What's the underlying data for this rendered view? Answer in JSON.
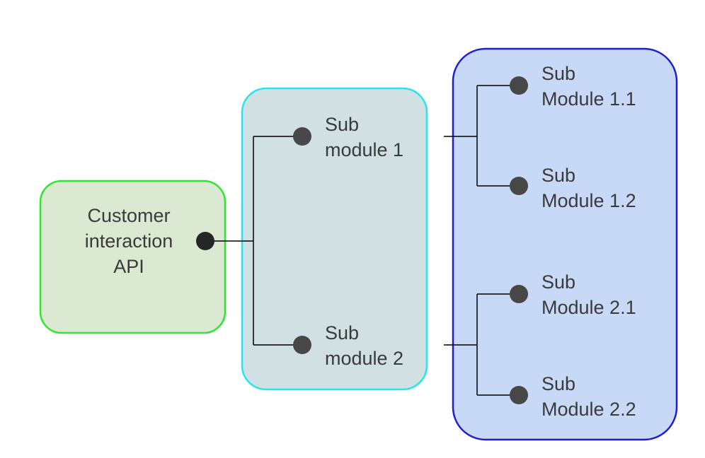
{
  "diagram": {
    "api": {
      "lines": [
        "Customer",
        "interaction",
        "API"
      ],
      "fill": "#dbe8d2",
      "border": "#2ee82e"
    },
    "mid_group": {
      "fill": "#d0e0e3",
      "border": "#25e5f2",
      "nodes": [
        {
          "lines": [
            "Sub",
            "module 1"
          ]
        },
        {
          "lines": [
            "Sub",
            "module 2"
          ]
        }
      ]
    },
    "right_group": {
      "fill": "#c8d8f7",
      "border": "#1f1fd0",
      "nodes": [
        {
          "lines": [
            "Sub",
            "Module 1.1"
          ]
        },
        {
          "lines": [
            "Sub",
            "Module 1.2"
          ]
        },
        {
          "lines": [
            "Sub",
            "Module 2.1"
          ]
        },
        {
          "lines": [
            "Sub",
            "Module 2.2"
          ]
        }
      ]
    },
    "connector_color": "#000000",
    "dot_color": "#474747",
    "api_dot_color": "#262626"
  }
}
